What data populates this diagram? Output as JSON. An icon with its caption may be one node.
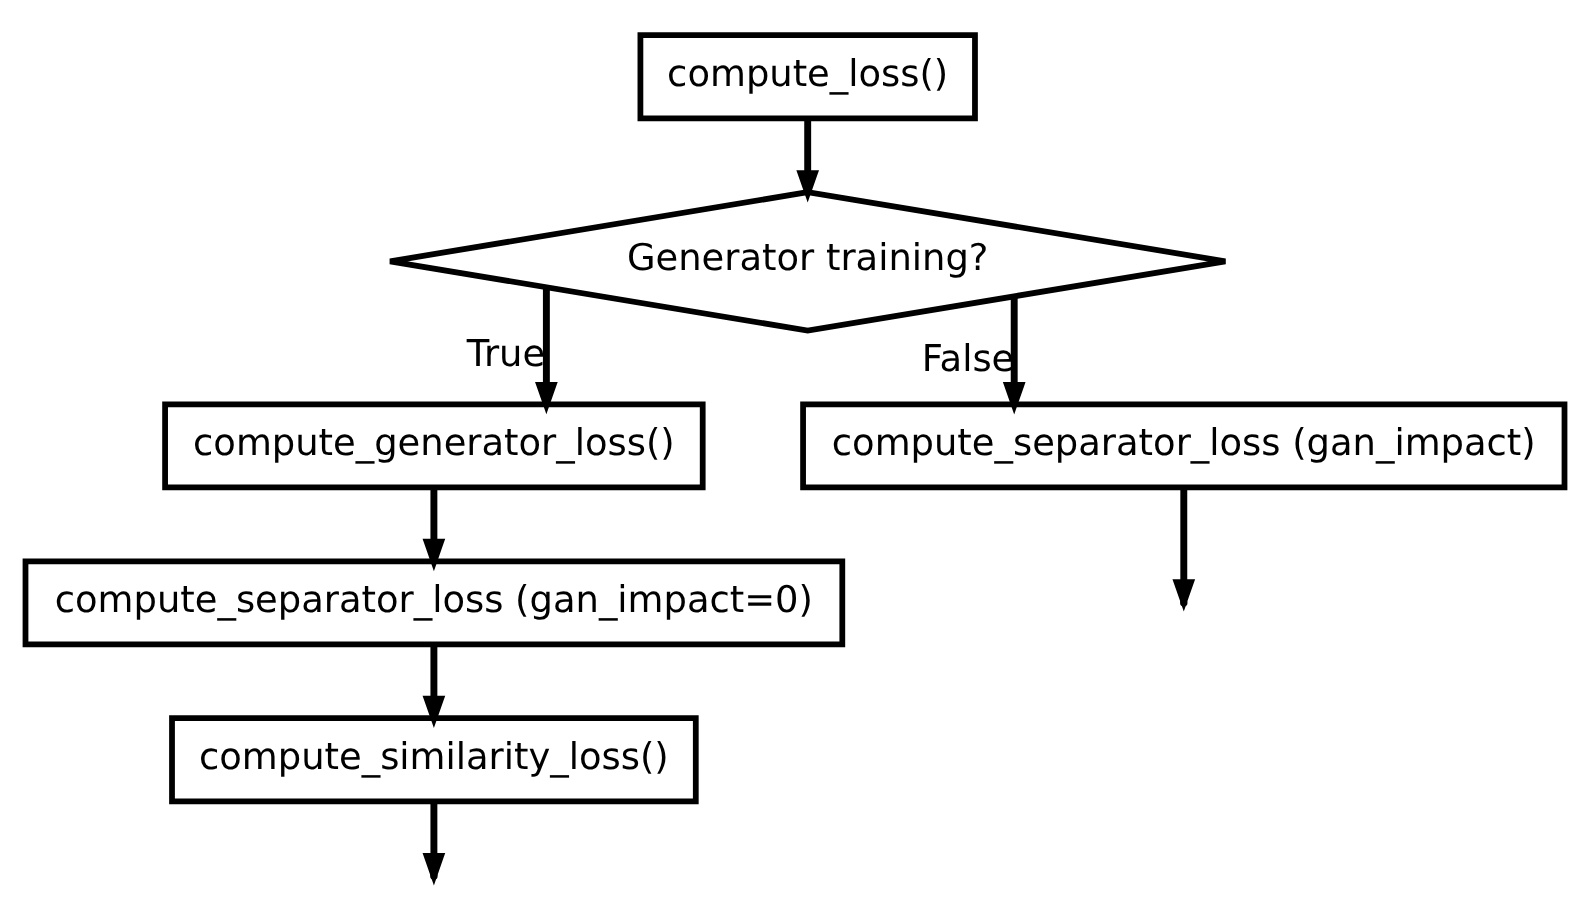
{
  "diagram": {
    "nodes": [
      {
        "text": [
          "compute_loss()"
        ]
      },
      {
        "text": [
          "Generator training?"
        ]
      },
      {
        "text": [
          "compute_generator_loss()"
        ]
      },
      {
        "text": [
          "compute_separator_loss (gan_impact=0)"
        ]
      },
      {
        "text": [
          "compute_similarity_loss()"
        ]
      },
      {
        "text": [
          "compute_separator_loss (gan_impact)"
        ]
      }
    ],
    "edges": [
      {
        "from": 0,
        "to": 1,
        "arrow": "to"
      },
      {
        "from": 1,
        "to": 2,
        "arrow": "to",
        "label": "True"
      },
      {
        "from": 2,
        "to": 3,
        "arrow": "to"
      },
      {
        "from": 3,
        "to": 4,
        "arrow": "to"
      },
      {
        "from": 1,
        "to": 5,
        "arrow": "to",
        "label": "False"
      },
      {
        "from": 4,
        "to": null,
        "arrow": "to"
      },
      {
        "from": 5,
        "to": null,
        "arrow": "to"
      }
    ]
  }
}
